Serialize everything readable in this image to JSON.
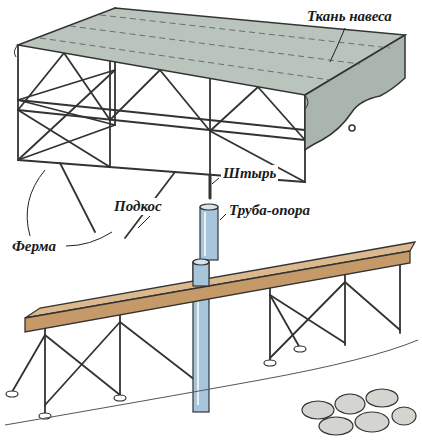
{
  "diagram": {
    "labels": [
      "Ткань навеса",
      "Штырь",
      "Подкос",
      "Труба-опора",
      "Ферма"
    ]
  }
}
